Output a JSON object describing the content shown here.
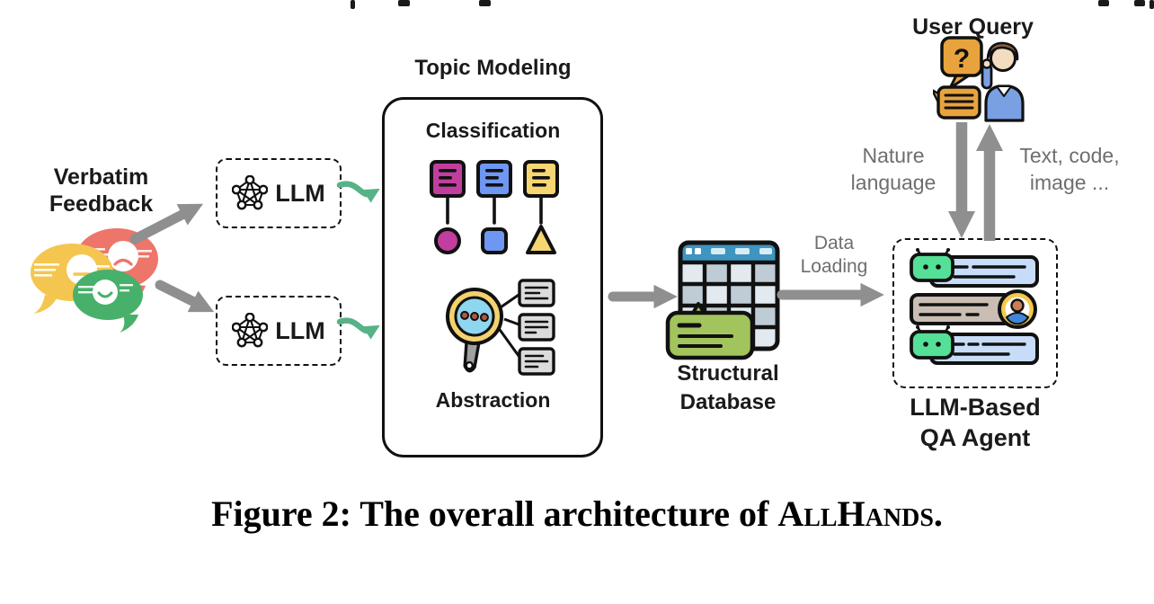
{
  "colors": {
    "arrow_gray": "#8f8f8f",
    "arrow_green": "#57b287",
    "text_gray": "#6e6e6e",
    "bubble_yellow": "#f4c64f",
    "bubble_red": "#ed7569",
    "bubble_green": "#47b06a",
    "card_magenta": "#c23e9e",
    "card_blue": "#6e97f3",
    "card_yellow": "#f6d673",
    "lens_blue": "#8ed7ee",
    "ring_yellow": "#f3d26f",
    "note_green": "#a2c45c",
    "table_header_blue": "#3e95c0",
    "robot_green": "#54e096",
    "chat_bar_blue": "#c7dcf8",
    "chat_bar_tan": "#cabdb3",
    "query_orange": "#e8a33d",
    "shirt_blue": "#7aa0e4"
  },
  "diagram": {
    "verbatim_feedback": {
      "line1": "Verbatim",
      "line2": "Feedback"
    },
    "llm_top": {
      "label": "LLM"
    },
    "llm_bottom": {
      "label": "LLM"
    },
    "topic_modeling": {
      "title": "Topic Modeling",
      "classification_label": "Classification",
      "abstraction_label": "Abstraction"
    },
    "structural_database": {
      "line1": "Structural",
      "line2": "Database"
    },
    "data_loading": {
      "line1": "Data",
      "line2": "Loading"
    },
    "user_query": {
      "label": "User Query",
      "bubble_glyph": "?"
    },
    "nature_language": {
      "line1": "Nature",
      "line2": "language"
    },
    "text_code_image": {
      "line1": "Text, code,",
      "line2": "image ..."
    },
    "qa_agent": {
      "line1": "LLM-Based",
      "line2": "QA Agent"
    }
  },
  "caption": {
    "prefix": "Figure 2: The overall architecture of ",
    "smallcaps": "AllHands",
    "suffix": "."
  }
}
